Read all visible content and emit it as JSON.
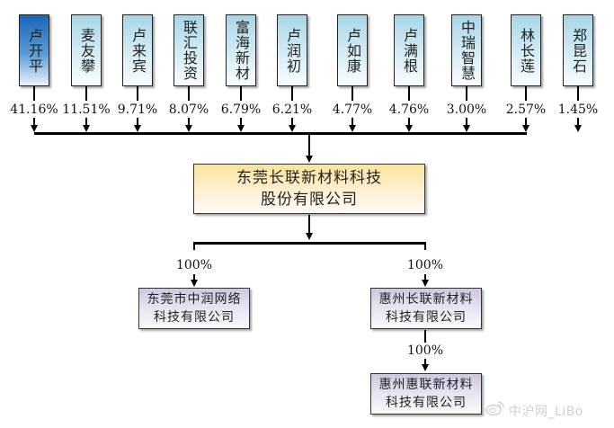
{
  "diagram": {
    "type": "ownership-structure",
    "shareholders": [
      {
        "name": "卢开平",
        "pct": "41.16%",
        "highlight": true
      },
      {
        "name": "麦友攀",
        "pct": "11.51%"
      },
      {
        "name": "卢来宾",
        "pct": "9.71%"
      },
      {
        "name": "联汇投资",
        "pct": "8.07%"
      },
      {
        "name": "富海新材",
        "pct": "6.79%"
      },
      {
        "name": "卢润初",
        "pct": "6.21%"
      },
      {
        "name": "卢如康",
        "pct": "4.77%"
      },
      {
        "name": "卢满根",
        "pct": "4.76%"
      },
      {
        "name": "中瑞智慧",
        "pct": "3.00%"
      },
      {
        "name": "林长莲",
        "pct": "2.57%"
      },
      {
        "name": "郑昆石",
        "pct": "1.45%"
      }
    ],
    "company": {
      "line1": "东莞长联新材料科技",
      "line2": "股份有限公司"
    },
    "subsidiaries": [
      {
        "line1": "东莞市中润网络",
        "line2": "科技有限公司",
        "pct": "100%"
      },
      {
        "line1": "惠州长联新材料",
        "line2": "科技有限公司",
        "pct": "100%"
      }
    ],
    "sub_subsidiary": {
      "line1": "惠州惠联新材料",
      "line2": "科技有限公司",
      "pct": "100%"
    },
    "colors": {
      "top_shareholder": "#1a66b8",
      "shareholder": "#a9d5e6",
      "company": "#fce49a",
      "subsidiary": "#cfc6e0"
    }
  },
  "watermark": {
    "icon": "weibo-icon",
    "text": "中沪网_LiBo"
  }
}
